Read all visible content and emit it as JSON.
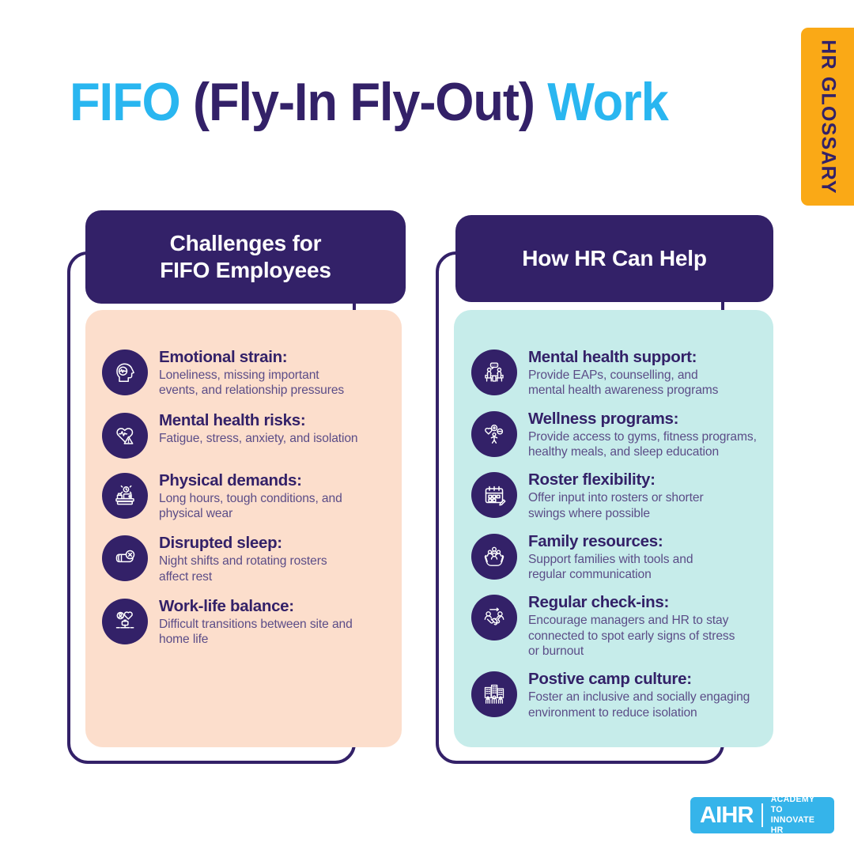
{
  "badge": {
    "label": "HR GLOSSARY",
    "color": "#FAA916"
  },
  "title": {
    "part1": "FIFO",
    "part2": " (Fly-In Fly-Out) ",
    "part3": "Work",
    "accent_color": "#29B6F0",
    "base_color": "#332168"
  },
  "columns": [
    {
      "header": "Challenges for\nFIFO Employees",
      "fill_color": "#FCDECC",
      "items": [
        {
          "icon": "head-heart-pulse-icon",
          "title": "Emotional strain:",
          "desc": "Loneliness, missing important\nevents, and relationship pressures"
        },
        {
          "icon": "heart-pulse-warning-icon",
          "title": "Mental health risks:",
          "desc": "Fatigue, stress, anxiety, and isolation"
        },
        {
          "icon": "heavy-machinery-clock-icon",
          "title": "Physical demands:",
          "desc": "Long hours, tough conditions, and\nphysical wear"
        },
        {
          "icon": "pillow-no-sleep-icon",
          "title": "Disrupted sleep:",
          "desc": "Night shifts and rotating rosters\naffect rest"
        },
        {
          "icon": "work-life-scale-icon",
          "title": "Work-life balance:",
          "desc": "Difficult transitions between site and\nhome life"
        }
      ]
    },
    {
      "header": "How HR Can Help",
      "fill_color": "#C6ECEA",
      "items": [
        {
          "icon": "counselling-session-icon",
          "title": "Mental health support:",
          "desc": "Provide EAPs, counselling, and\nmental health awareness programs"
        },
        {
          "icon": "wellness-person-icons",
          "title": "Wellness programs:",
          "desc": "Provide access to gyms, fitness programs,\nhealthy meals, and sleep education"
        },
        {
          "icon": "calendar-edit-icon",
          "title": "Roster flexibility:",
          "desc": "Offer input into rosters or shorter\nswings where possible"
        },
        {
          "icon": "family-in-hands-icon",
          "title": "Family resources:",
          "desc": "Support families with tools and\nregular communication"
        },
        {
          "icon": "handshake-people-icon",
          "title": "Regular check-ins:",
          "desc": "Encourage managers and HR to stay\nconnected to spot early signs of stress\nor burnout"
        },
        {
          "icon": "camp-community-icon",
          "title": "Postive camp culture:",
          "desc": "Foster an inclusive and socially engaging\nenvironment to reduce isolation"
        }
      ]
    }
  ],
  "logo": {
    "mark": "AIHR",
    "tagline": "ACADEMY TO\nINNOVATE HR",
    "color": "#35B4EA"
  }
}
